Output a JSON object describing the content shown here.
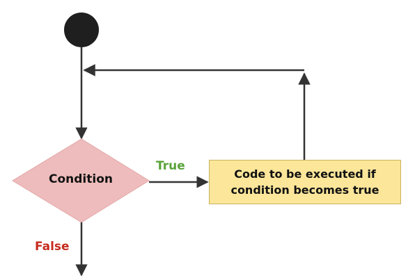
{
  "diagram": {
    "start_node": {
      "shape": "filled-circle",
      "color": "#1f1f1f"
    },
    "decision": {
      "label": "Condition",
      "shape": "diamond",
      "fill": "#eebcbc"
    },
    "action": {
      "label_line1": "Code to be executed if",
      "label_line2": "condition becomes true",
      "fill": "#fbe69a"
    },
    "branches": {
      "true_label": "True",
      "true_color": "#5aa33a",
      "false_label": "False",
      "false_color": "#c62b1f"
    },
    "edges": [
      {
        "from": "start",
        "to": "decision"
      },
      {
        "from": "decision",
        "to": "action",
        "label": "True"
      },
      {
        "from": "action",
        "to": "decision-entry",
        "kind": "loop-back"
      },
      {
        "from": "decision",
        "to": "exit",
        "label": "False"
      }
    ]
  }
}
